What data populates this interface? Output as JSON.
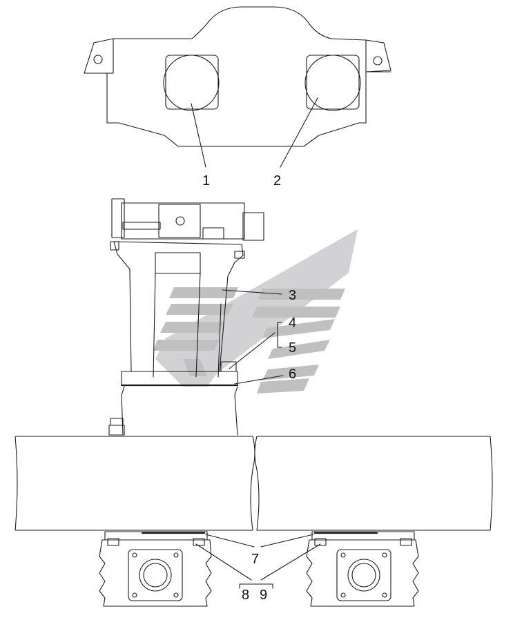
{
  "callouts": [
    "1",
    "2",
    "3",
    "4",
    "5",
    "6",
    "7",
    "8",
    "9"
  ],
  "watermark": "logo-watermark",
  "colors": {
    "line": "#1a1a1a",
    "background": "#ffffff",
    "watermark": "#c0c0c0"
  }
}
